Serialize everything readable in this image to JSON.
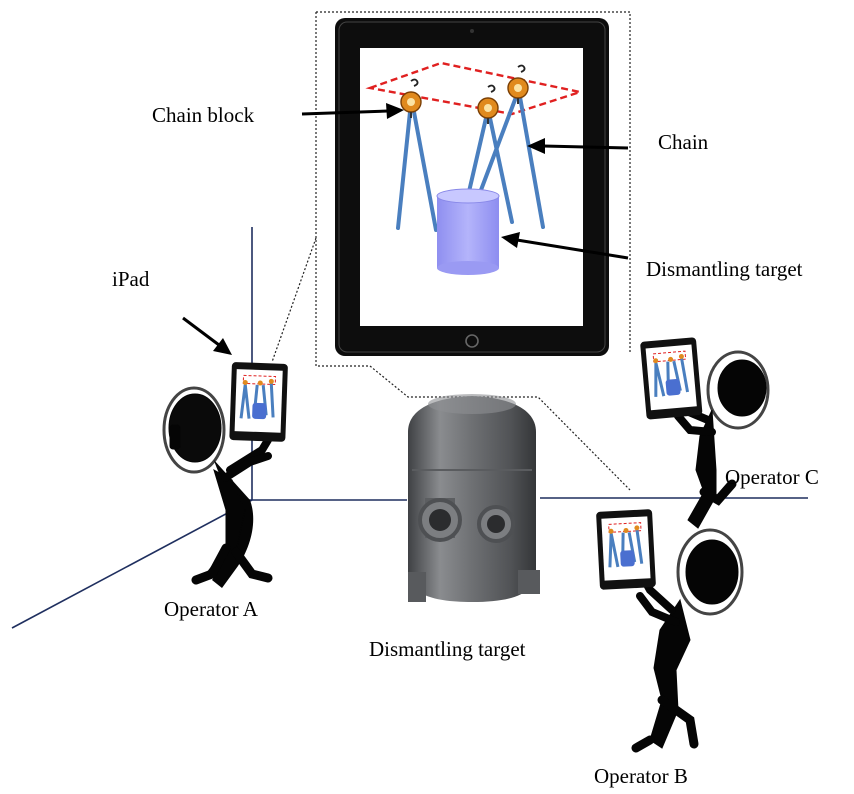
{
  "labels": {
    "chain_block": "Chain block",
    "chain": "Chain",
    "dismantling_target_ipad": "Dismantling target",
    "ipad": "iPad",
    "operator_a": "Operator A",
    "operator_b": "Operator B",
    "operator_c": "Operator C",
    "dismantling_target_vessel": "Dismantling target"
  },
  "colors": {
    "ipad_frame": "#0d0d0d",
    "guide_line": "#1f2f5f",
    "chain": "#4a7fbf",
    "target": "#9c9cf6",
    "boundary": "#e02020",
    "chain_block": "#e08a1e",
    "vessel": "#6b6d70"
  }
}
